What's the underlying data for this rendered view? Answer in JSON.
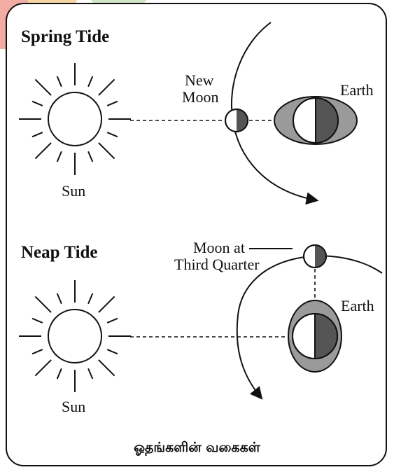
{
  "spring": {
    "title": "Spring Tide",
    "sun_label": "Sun",
    "moon_label": [
      "New",
      "Moon"
    ],
    "earth_label": "Earth"
  },
  "neap": {
    "title": "Neap Tide",
    "sun_label": "Sun",
    "moon_label": [
      "Moon at",
      "Third Quarter"
    ],
    "earth_label": "Earth"
  },
  "caption": "ஓதங்களின் வகைகள்",
  "colors": {
    "line": "#111111",
    "earth_bulge": "#9a9a9a",
    "shadow": "#555555",
    "stamp_red": "#e56a5a",
    "stamp_orange": "#f0b05a",
    "stamp_green": "#9fd08a"
  }
}
